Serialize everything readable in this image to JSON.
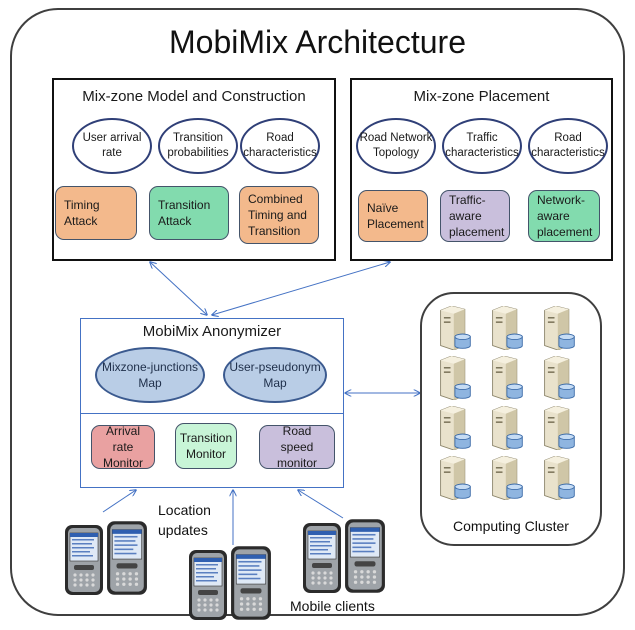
{
  "title": "MobiMix Architecture",
  "model_panel": {
    "title": "Mix-zone Model and Construction",
    "ellipses": [
      "User arrival rate",
      "Transition probabilities",
      "Road characteristics"
    ],
    "boxes": [
      {
        "label": "Timing Attack",
        "color": "#f3b98c"
      },
      {
        "label": "Transition Attack",
        "color": "#82dbae"
      },
      {
        "label": "Combined Timing and Transition",
        "color": "#f3b98c"
      }
    ]
  },
  "placement_panel": {
    "title": "Mix-zone Placement",
    "ellipses": [
      "Road Network Topology",
      "Traffic characteristics",
      "Road characteristics"
    ],
    "boxes": [
      {
        "label": "Naïve Placement",
        "color": "#f3b98c"
      },
      {
        "label": "Traffic-aware placement",
        "color": "#c9bfdc"
      },
      {
        "label": "Network-aware placement",
        "color": "#82dbae"
      }
    ]
  },
  "anonymizer": {
    "title": "MobiMix Anonymizer",
    "maps": [
      "Mixzone-junctions Map",
      "User-pseudonym Map"
    ],
    "monitors": [
      {
        "label": "Arrival rate Monitor",
        "color": "#e9a1a1"
      },
      {
        "label": "Transition Monitor",
        "color": "#c8f5d7"
      },
      {
        "label": "Road speed monitor",
        "color": "#c9bfdc"
      }
    ]
  },
  "cluster": {
    "label": "Computing Cluster"
  },
  "labels": {
    "location_updates": "Location updates",
    "mobile_clients": "Mobile clients"
  },
  "colors": {
    "frame": "#3f3f3f",
    "arrow": "#4472c4",
    "ellipse_border": "#2f3f77"
  },
  "icons": [
    "server-icon",
    "smartphone-icon"
  ]
}
